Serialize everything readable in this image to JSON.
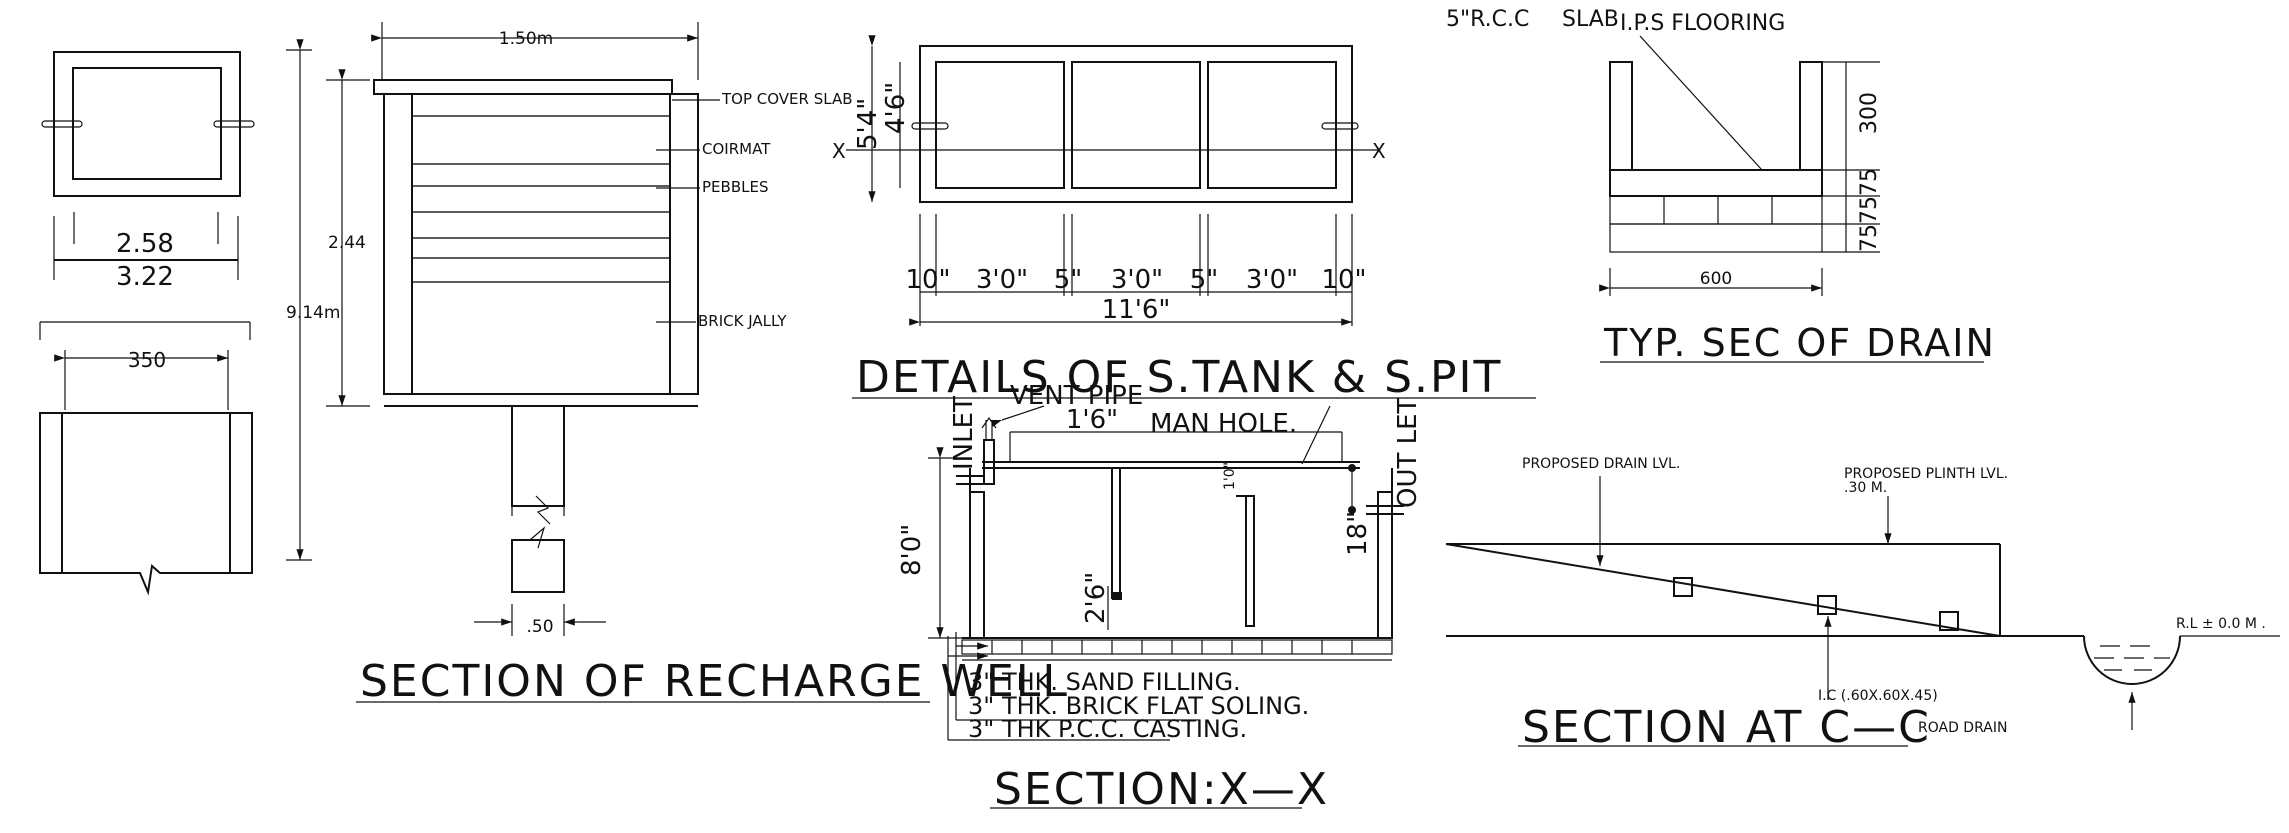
{
  "recharge_well": {
    "title": "SECTION OF RECHARGE WELL",
    "width_top": "1.50m",
    "height_inner": "2.44",
    "height_total": "9.14m",
    "bottom_width": ".50",
    "layers": {
      "top_cover": "TOP COVER SLAB",
      "coirmat": "COIRMAT",
      "pebbles": "PEBBLES",
      "brick_jally": "BRICK JALLY"
    },
    "plan_dim_a": "2.58",
    "plan_dim_b": "3.22",
    "wall_dim": "350"
  },
  "septic_plan": {
    "title": "DETAILS OF S.TANK & S.PIT",
    "h1": "5'4\"",
    "h2": "4'6\"",
    "x_left": "X",
    "x_right": "X",
    "dims": [
      "10\"",
      "3'0\"",
      "5\"",
      "3'0\"",
      "5\"",
      "3'0\"",
      "10\""
    ],
    "total": "11'6\""
  },
  "section_xx": {
    "title": "SECTION:X—X",
    "vent_pipe": "VENT PIPE",
    "inlet": "INLET",
    "outlet": "OUT LET",
    "man_hole_dim": "1'6\"",
    "man_hole": "MAN HOLE.",
    "depth": "8'0\"",
    "dim_18": "18\"",
    "dim_10": "1'0\"",
    "dim_26": "2'6\"",
    "notes": [
      "3\"   THK.  SAND FILLING.",
      "3\"   THK.  BRICK FLAT SOLING.",
      "3\"   THK  P.C.C.  CASTING."
    ]
  },
  "drain": {
    "title": "TYP.  SEC  OF  DRAIN",
    "rcc": "5\"R.C.C",
    "slab": "SLAB",
    "ips": "I.P.S    FLOORING",
    "h300": "300",
    "h75a": "75",
    "h75b": "75",
    "h75c": "75",
    "width": "600"
  },
  "section_cc": {
    "title": "SECTION AT C—C",
    "drain_lvl": "PROPOSED DRAIN LVL.",
    "plinth_lvl": "PROPOSED PLINTH LVL.",
    "plinth_val": ".30 M.",
    "ic": "I.C (.60X.60X.45)",
    "road_drain": "ROAD DRAIN",
    "rl": "R.L ±  0.0  M ."
  }
}
